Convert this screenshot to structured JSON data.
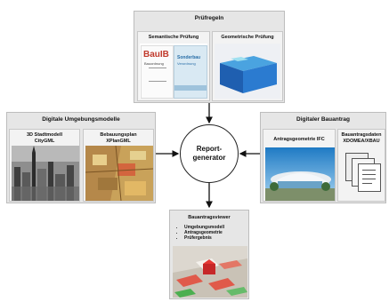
{
  "top": {
    "title": "Prüfregeln",
    "semantic_label": "Semantische Prüfung",
    "geometric_label": "Geometrische Prüfung",
    "book_logo": "BauIB",
    "book_subtitle": "Bauordnung",
    "book2_logo": "Sonderbau",
    "book2_subtitle": "Verordnung"
  },
  "left": {
    "title": "Digitale Umgebungsmodelle",
    "city_label": "3D Stadtmodell\nCityGML",
    "plan_label": "Bebauungsplan\nXPlanGML"
  },
  "right": {
    "title": "Digitaler Bauantrag",
    "ifc_label": "Antragsgeometrie IFC",
    "xbau_label": "Bauantragsdaten\nXDOMEA/XBAU"
  },
  "center": {
    "line1": "Report-",
    "line2": "generator"
  },
  "bottom": {
    "title": "Bauantragsviewer",
    "items": [
      "Umgebungsmodell",
      "Antragsgeometrie",
      "Prüfergebnis"
    ]
  }
}
